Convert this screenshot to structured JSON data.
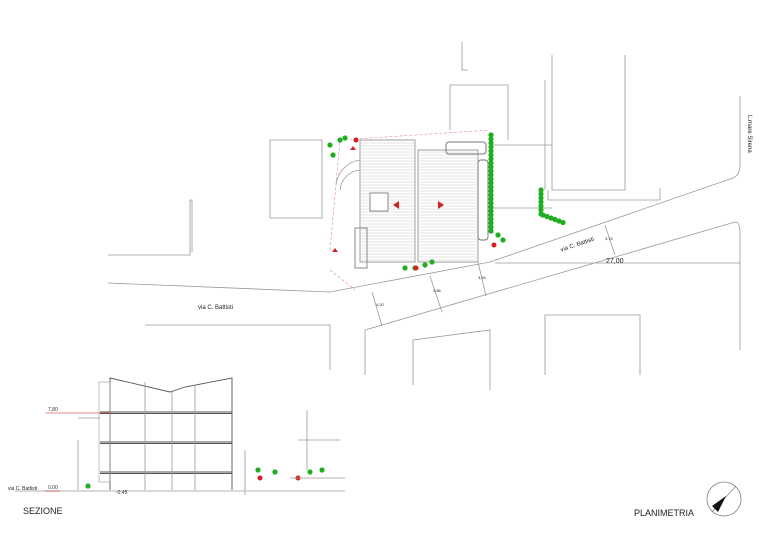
{
  "titles": {
    "section": "SEZIONE",
    "plan": "PLANIMETRIA"
  },
  "streets": {
    "battisti_left": "via C. Battisti",
    "battisti_right": "via C. Battisti",
    "battisti_section": "via C. Battisti",
    "lungomare": "L.mare Sirena"
  },
  "dimensions": {
    "total": "27,00",
    "d1": "4,20",
    "d2": "3,86",
    "d3": "3,54",
    "d4": "3,74"
  },
  "levels": {
    "top": "7,80",
    "street": "0,00",
    "basement": "-0,45"
  },
  "colors": {
    "vegetation": "#1fae1f",
    "marker": "#d42020",
    "line": "#9a9a9a"
  },
  "icons": {
    "north_arrow": "north-arrow-icon"
  }
}
